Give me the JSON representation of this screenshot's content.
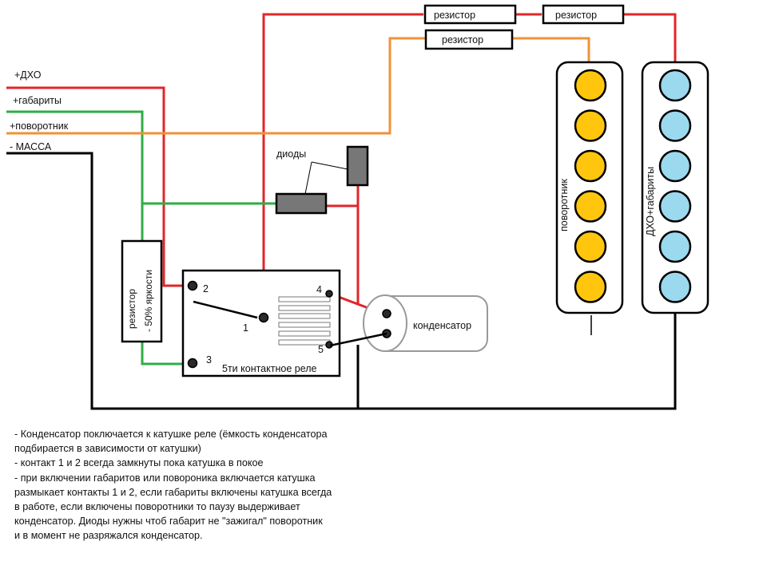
{
  "inputs": {
    "dho": "+ДХО",
    "gabarity": "+габариты",
    "povorotnik": "+поворотник",
    "massa": "- МАССА"
  },
  "resistor_labels": [
    "резистор",
    "резистор",
    "резистор"
  ],
  "resistor_50": {
    "line1": "резистор",
    "line2": "- 50% яркости"
  },
  "diodes_label": "диоды",
  "relay": {
    "label": "5ти контактное реле",
    "pin1": "1",
    "pin2": "2",
    "pin3": "3",
    "pin4": "4",
    "pin5": "5"
  },
  "capacitor_label": "конденсатор",
  "lamp_groups": {
    "turn": {
      "label": "поворотник",
      "count": 6,
      "color": "#ffc60d"
    },
    "drl": {
      "label": "ДХО+габариты",
      "count": 6,
      "color": "#9bd9ee"
    }
  },
  "wire_colors": {
    "red": "#e0262a",
    "green": "#2fad45",
    "orange": "#f09237",
    "black": "#000000"
  },
  "notes": [
    "- Конденсатор поключается к катушке реле (ёмкость конденсатора",
    "подбирается в зависимости от катушки)",
    "- контакт 1 и 2 всегда замкнуты пока катушка в покое",
    "- при включении габаритов или повороника включается катушка",
    "размыкает контакты 1 и 2, если габариты включены катушка всегда",
    "в работе, если включены поворотники то паузу выдерживает",
    "конденсатор. Диоды нужны чтоб габарит не \"зажигал\" поворотник",
    "и в момент не разряжался конденсатор."
  ]
}
